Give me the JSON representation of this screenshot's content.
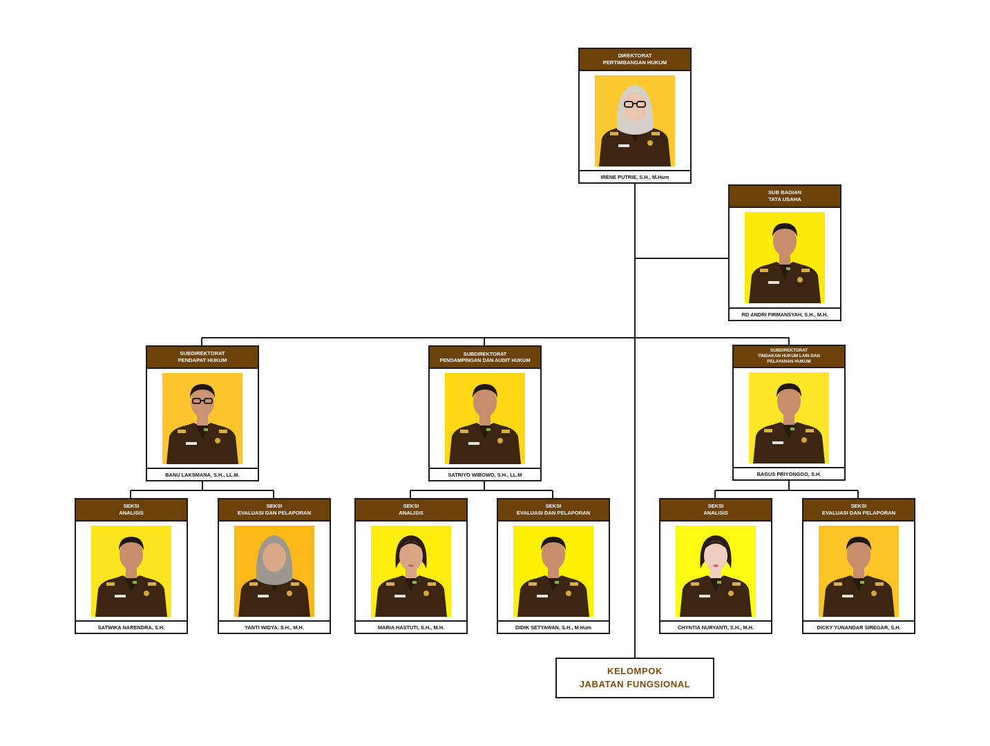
{
  "colors": {
    "header_bg": "#6d410a",
    "line": "#1c1c1c",
    "fungsional_text": "#7a4a0b"
  },
  "nodes": {
    "direktorat": {
      "title": [
        "DIREKTORAT",
        "PERTIMBANGAN HUKUM"
      ],
      "name": "IRENE PUTRIE, S.H., M.Hum",
      "photo_bg": "#fdc830",
      "variant": "hijab-light"
    },
    "tata_usaha": {
      "title": [
        "SUB BAGIAN",
        "TATA USAHA"
      ],
      "name": "RD ANDRI FIRMANSYAH, S.H., M.H.",
      "photo_bg": "#fde90a",
      "variant": "male"
    },
    "pendapat_hukum": {
      "title": [
        "SUBDIREKTORAT",
        "PENDAPAT HUKUM"
      ],
      "name": "BANU LAKSMANA, S.H., LL.M.",
      "photo_bg": "#fdc52e",
      "variant": "male-glasses"
    },
    "pendampingan": {
      "title": [
        "SUBDIREKTORAT",
        "PENDAMPINGAN DAN AUDIT HUKUM"
      ],
      "name": "SATRIYO WIBOWO, S.H., LL.M",
      "photo_bg": "#fdd713",
      "variant": "male"
    },
    "tindakan_hukum": {
      "title": [
        "SUBDIREKTORAT",
        "TINDAKAN HUKUM LAIN DAN",
        "PELAYANAN HUKUM"
      ],
      "name": "BAGUS PRIYONGGO, S.H.",
      "photo_bg": "#fde728",
      "variant": "male"
    },
    "ph_analisis": {
      "title": [
        "SEKSI",
        "ANALISIS"
      ],
      "name": "SATWIKA NARENDRA, S.H.",
      "photo_bg": "#fde51f",
      "variant": "male"
    },
    "ph_evaluasi": {
      "title": [
        "SEKSI",
        "EVALUASI DAN PELAPORAN"
      ],
      "name": "YANTI WIDYA, S.H., M.H.",
      "photo_bg": "#fdb81a",
      "variant": "hijab-grey"
    },
    "pd_analisis": {
      "title": [
        "SEKSI",
        "ANALISIS"
      ],
      "name": "MARIA HASTUTI, S.H., M.H.",
      "photo_bg": "#fdee10",
      "variant": "female"
    },
    "pd_evaluasi": {
      "title": [
        "SEKSI",
        "EVALUASI DAN PELAPORAN"
      ],
      "name": "DIDIK SETYAWAN, S.H., M.Hum",
      "photo_bg": "#fdf000",
      "variant": "male"
    },
    "th_analisis": {
      "title": [
        "SEKSI",
        "ANALISIS"
      ],
      "name": "CHYNTIA NURYANTI, S.H., M.H.",
      "photo_bg": "#fdfa14",
      "variant": "female-light"
    },
    "th_evaluasi": {
      "title": [
        "SEKSI",
        "EVALUASI DAN PELAPORAN"
      ],
      "name": "DICKY YUNANDAR SIREGAR, S.H.",
      "photo_bg": "#fdc42a",
      "variant": "male"
    }
  },
  "fungsional": {
    "line1": "KELOMPOK",
    "line2": "JABATAN FUNGSIONAL"
  }
}
